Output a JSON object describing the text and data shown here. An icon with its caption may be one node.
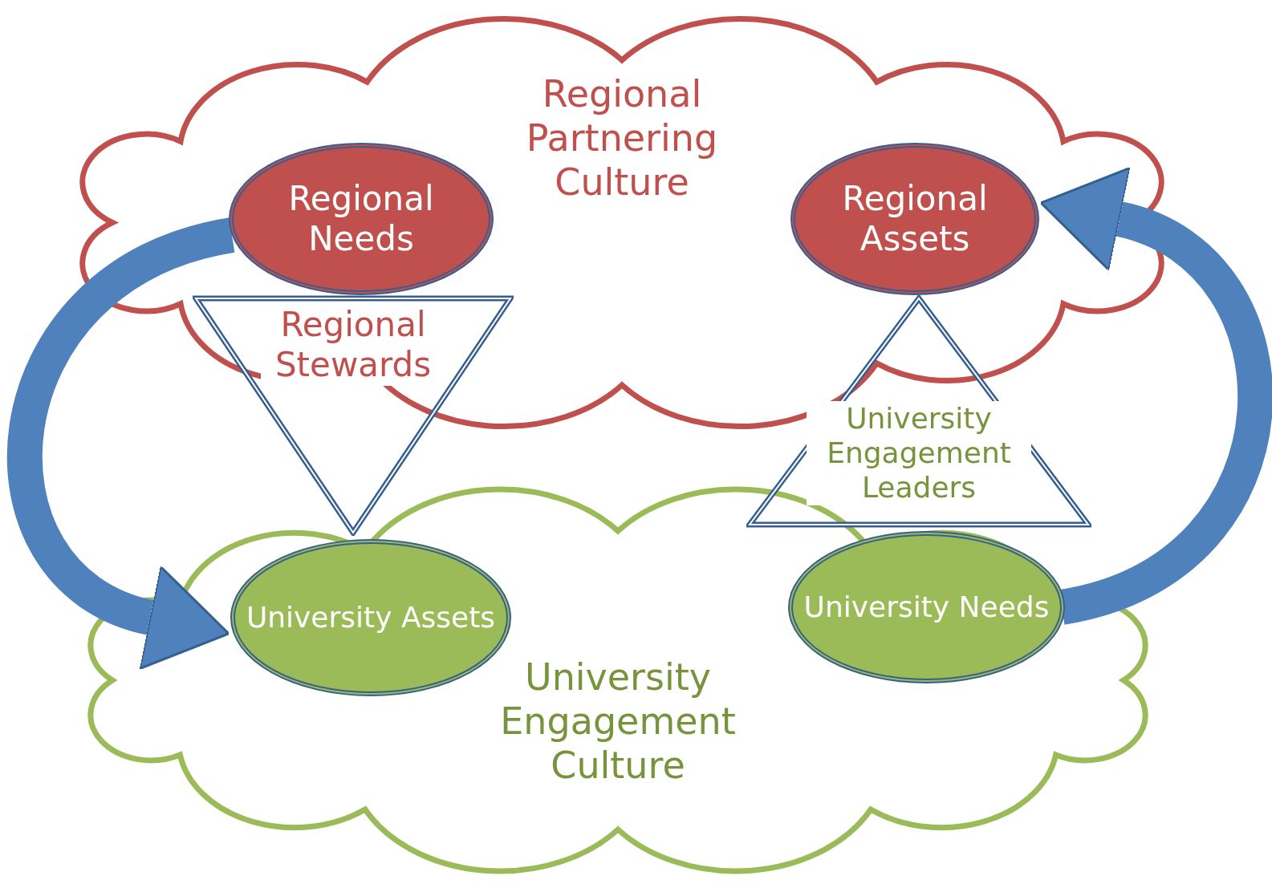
{
  "diagram": {
    "nodes": [
      {
        "text": [
          "Regional Partnering Culture"
        ]
      },
      {
        "text": [
          "Regional Needs"
        ],
        "in": 0
      },
      {
        "text": [
          "Regional Assets"
        ],
        "in": 0
      },
      {
        "text": [
          "Regional Stewards"
        ]
      },
      {
        "text": [
          "University Engagement Leaders"
        ]
      },
      {
        "text": [
          "University Engagement Culture"
        ]
      },
      {
        "text": [
          "University Assets"
        ],
        "in": 5
      },
      {
        "text": [
          "University Needs"
        ],
        "in": 5
      }
    ],
    "edges": [
      {
        "from": 1,
        "to": 6,
        "arrow": "to"
      },
      {
        "from": 7,
        "to": 2,
        "arrow": "to"
      }
    ]
  }
}
